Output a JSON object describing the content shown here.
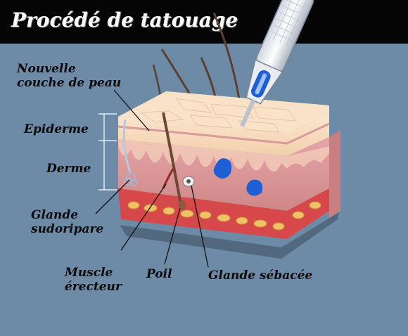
{
  "title": "Procédé de tatouage",
  "labels": {
    "new_layer_line1": "Nouvelle",
    "new_layer_line2": "couche de peau",
    "epidermis": "Epiderme",
    "dermis": "Derme",
    "sweat_gland_line1": "Glande",
    "sweat_gland_line2": "sudoripare",
    "muscle_line1": "Muscle",
    "muscle_line2": "érecteur",
    "hair": "Poil",
    "sebaceous_gland": "Glande sébacée"
  },
  "colors": {
    "background": "#6d8aa6",
    "title_bar": "#050505",
    "ink": "#1f5fd6"
  }
}
